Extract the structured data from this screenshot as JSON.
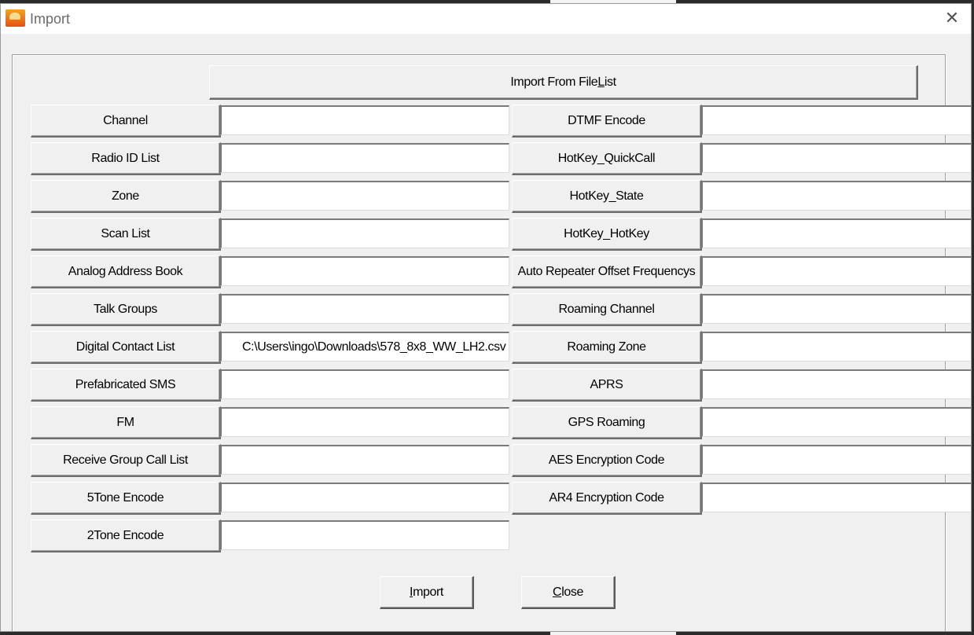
{
  "window": {
    "title": "Import",
    "close_glyph": "✕"
  },
  "import_from_file_list": "Import From File List",
  "left_rows": [
    {
      "label": "Channel",
      "value": ""
    },
    {
      "label": "Radio ID List",
      "value": ""
    },
    {
      "label": "Zone",
      "value": ""
    },
    {
      "label": "Scan List",
      "value": ""
    },
    {
      "label": "Analog Address Book",
      "value": ""
    },
    {
      "label": "Talk Groups",
      "value": ""
    },
    {
      "label": "Digital Contact List",
      "value": "C:\\Users\\ingo\\Downloads\\578_8x8_WW_LH2.csv"
    },
    {
      "label": "Prefabricated SMS",
      "value": ""
    },
    {
      "label": "FM",
      "value": ""
    },
    {
      "label": "Receive Group Call List",
      "value": ""
    },
    {
      "label": "5Tone Encode",
      "value": ""
    },
    {
      "label": "2Tone Encode",
      "value": ""
    }
  ],
  "right_rows": [
    {
      "label": "DTMF Encode",
      "value": ""
    },
    {
      "label": "HotKey_QuickCall",
      "value": ""
    },
    {
      "label": "HotKey_State",
      "value": ""
    },
    {
      "label": "HotKey_HotKey",
      "value": ""
    },
    {
      "label": "Auto Repeater Offset Frequencys",
      "value": ""
    },
    {
      "label": "Roaming Channel",
      "value": ""
    },
    {
      "label": "Roaming Zone",
      "value": ""
    },
    {
      "label": "APRS",
      "value": ""
    },
    {
      "label": "GPS Roaming",
      "value": ""
    },
    {
      "label": "AES Encryption Code",
      "value": ""
    },
    {
      "label": "AR4 Encryption Code",
      "value": ""
    }
  ],
  "buttons": {
    "import": "Import",
    "close": "Close"
  },
  "icons": {
    "app": "app-logo-icon",
    "close": "close-icon"
  }
}
